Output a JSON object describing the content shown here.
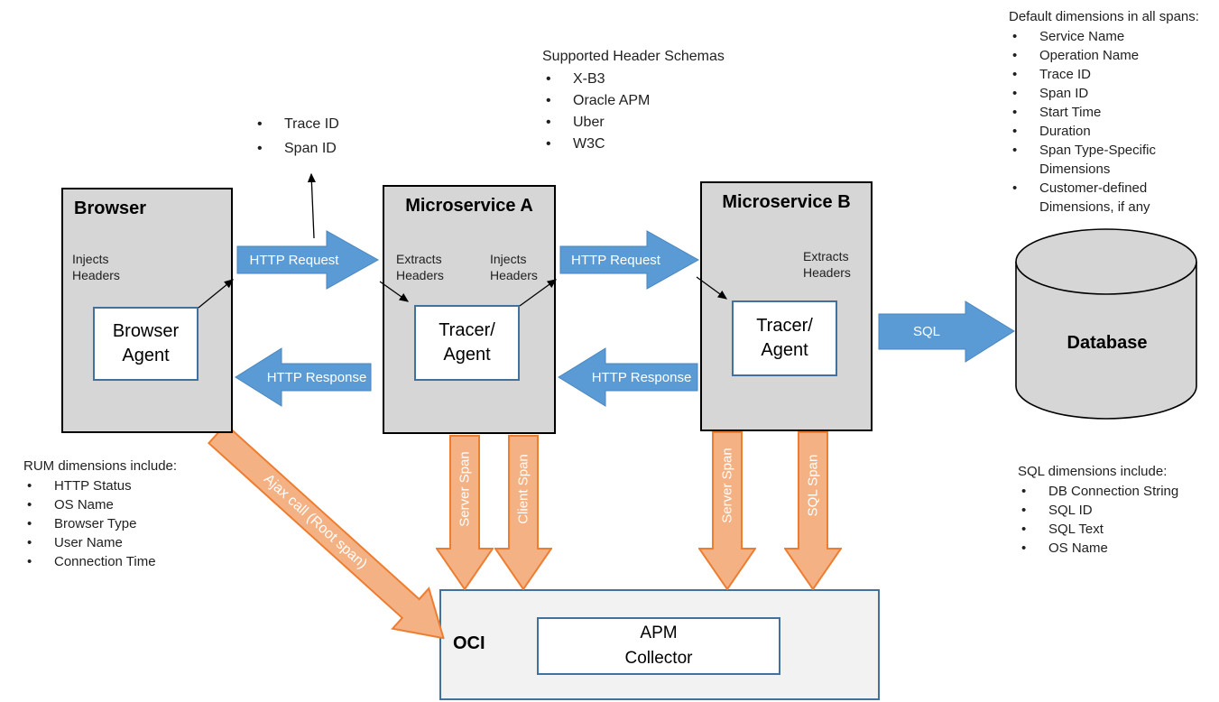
{
  "nodes": {
    "browser": {
      "title": "Browser",
      "annotation": "Injects\nHeaders",
      "agent_label": "Browser\nAgent"
    },
    "microservice_a": {
      "title": "Microservice A",
      "annotation_left": "Extracts\nHeaders",
      "annotation_right": "Injects\nHeaders",
      "agent_label": "Tracer/\nAgent"
    },
    "microservice_b": {
      "title": "Microservice B",
      "annotation_right": "Extracts\nHeaders",
      "agent_label": "Tracer/\nAgent"
    },
    "database": {
      "title": "Database"
    },
    "oci": {
      "title": "OCI",
      "collector_label": "APM\nCollector"
    }
  },
  "arrows": {
    "http_request_1": "HTTP Request",
    "http_response_1": "HTTP Response",
    "http_request_2": "HTTP Request",
    "http_response_2": "HTTP Response",
    "sql": "SQL",
    "server_span_a": "Server Span",
    "client_span_a": "Client Span",
    "server_span_b": "Server Span",
    "sql_span_b": "SQL Span",
    "ajax": "Ajax call (Root span)"
  },
  "lists": {
    "trace_span": {
      "items": [
        "Trace ID",
        "Span ID"
      ]
    },
    "header_schemas": {
      "title": "Supported Header Schemas",
      "items": [
        "X-B3",
        "Oracle APM",
        "Uber",
        "W3C"
      ]
    },
    "default_dims": {
      "title": "Default dimensions in all spans:",
      "items": [
        "Service Name",
        "Operation Name",
        "Trace ID",
        "Span ID",
        "Start Time",
        "Duration",
        "Span Type-Specific Dimensions",
        "Customer-defined Dimensions, if any"
      ]
    },
    "rum_dims": {
      "title": "RUM dimensions include:",
      "items": [
        "HTTP Status",
        "OS Name",
        "Browser Type",
        "User Name",
        "Connection Time"
      ]
    },
    "sql_dims": {
      "title": "SQL dimensions include:",
      "items": [
        "DB Connection String",
        "SQL ID",
        "SQL Text",
        "OS Name"
      ]
    }
  },
  "colors": {
    "node_fill": "#d6d6d6",
    "node_border": "#000000",
    "blue_arrow_fill": "#5b9bd5",
    "blue_arrow_border": "#4a86be",
    "orange_arrow_fill": "#f4b183",
    "orange_arrow_border": "#ed7d31",
    "inner_box_border": "#41719c",
    "oci_fill": "#f2f2f2",
    "arrow_text": "#ffffff"
  }
}
